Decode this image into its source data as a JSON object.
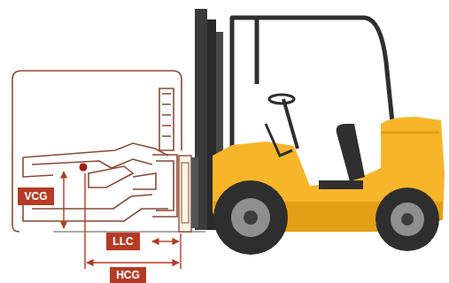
{
  "diagram": {
    "nodes": [
      {
        "text": [
          "VCG"
        ]
      },
      {
        "text": [
          "LLC"
        ]
      },
      {
        "text": [
          "HCG"
        ]
      }
    ]
  }
}
